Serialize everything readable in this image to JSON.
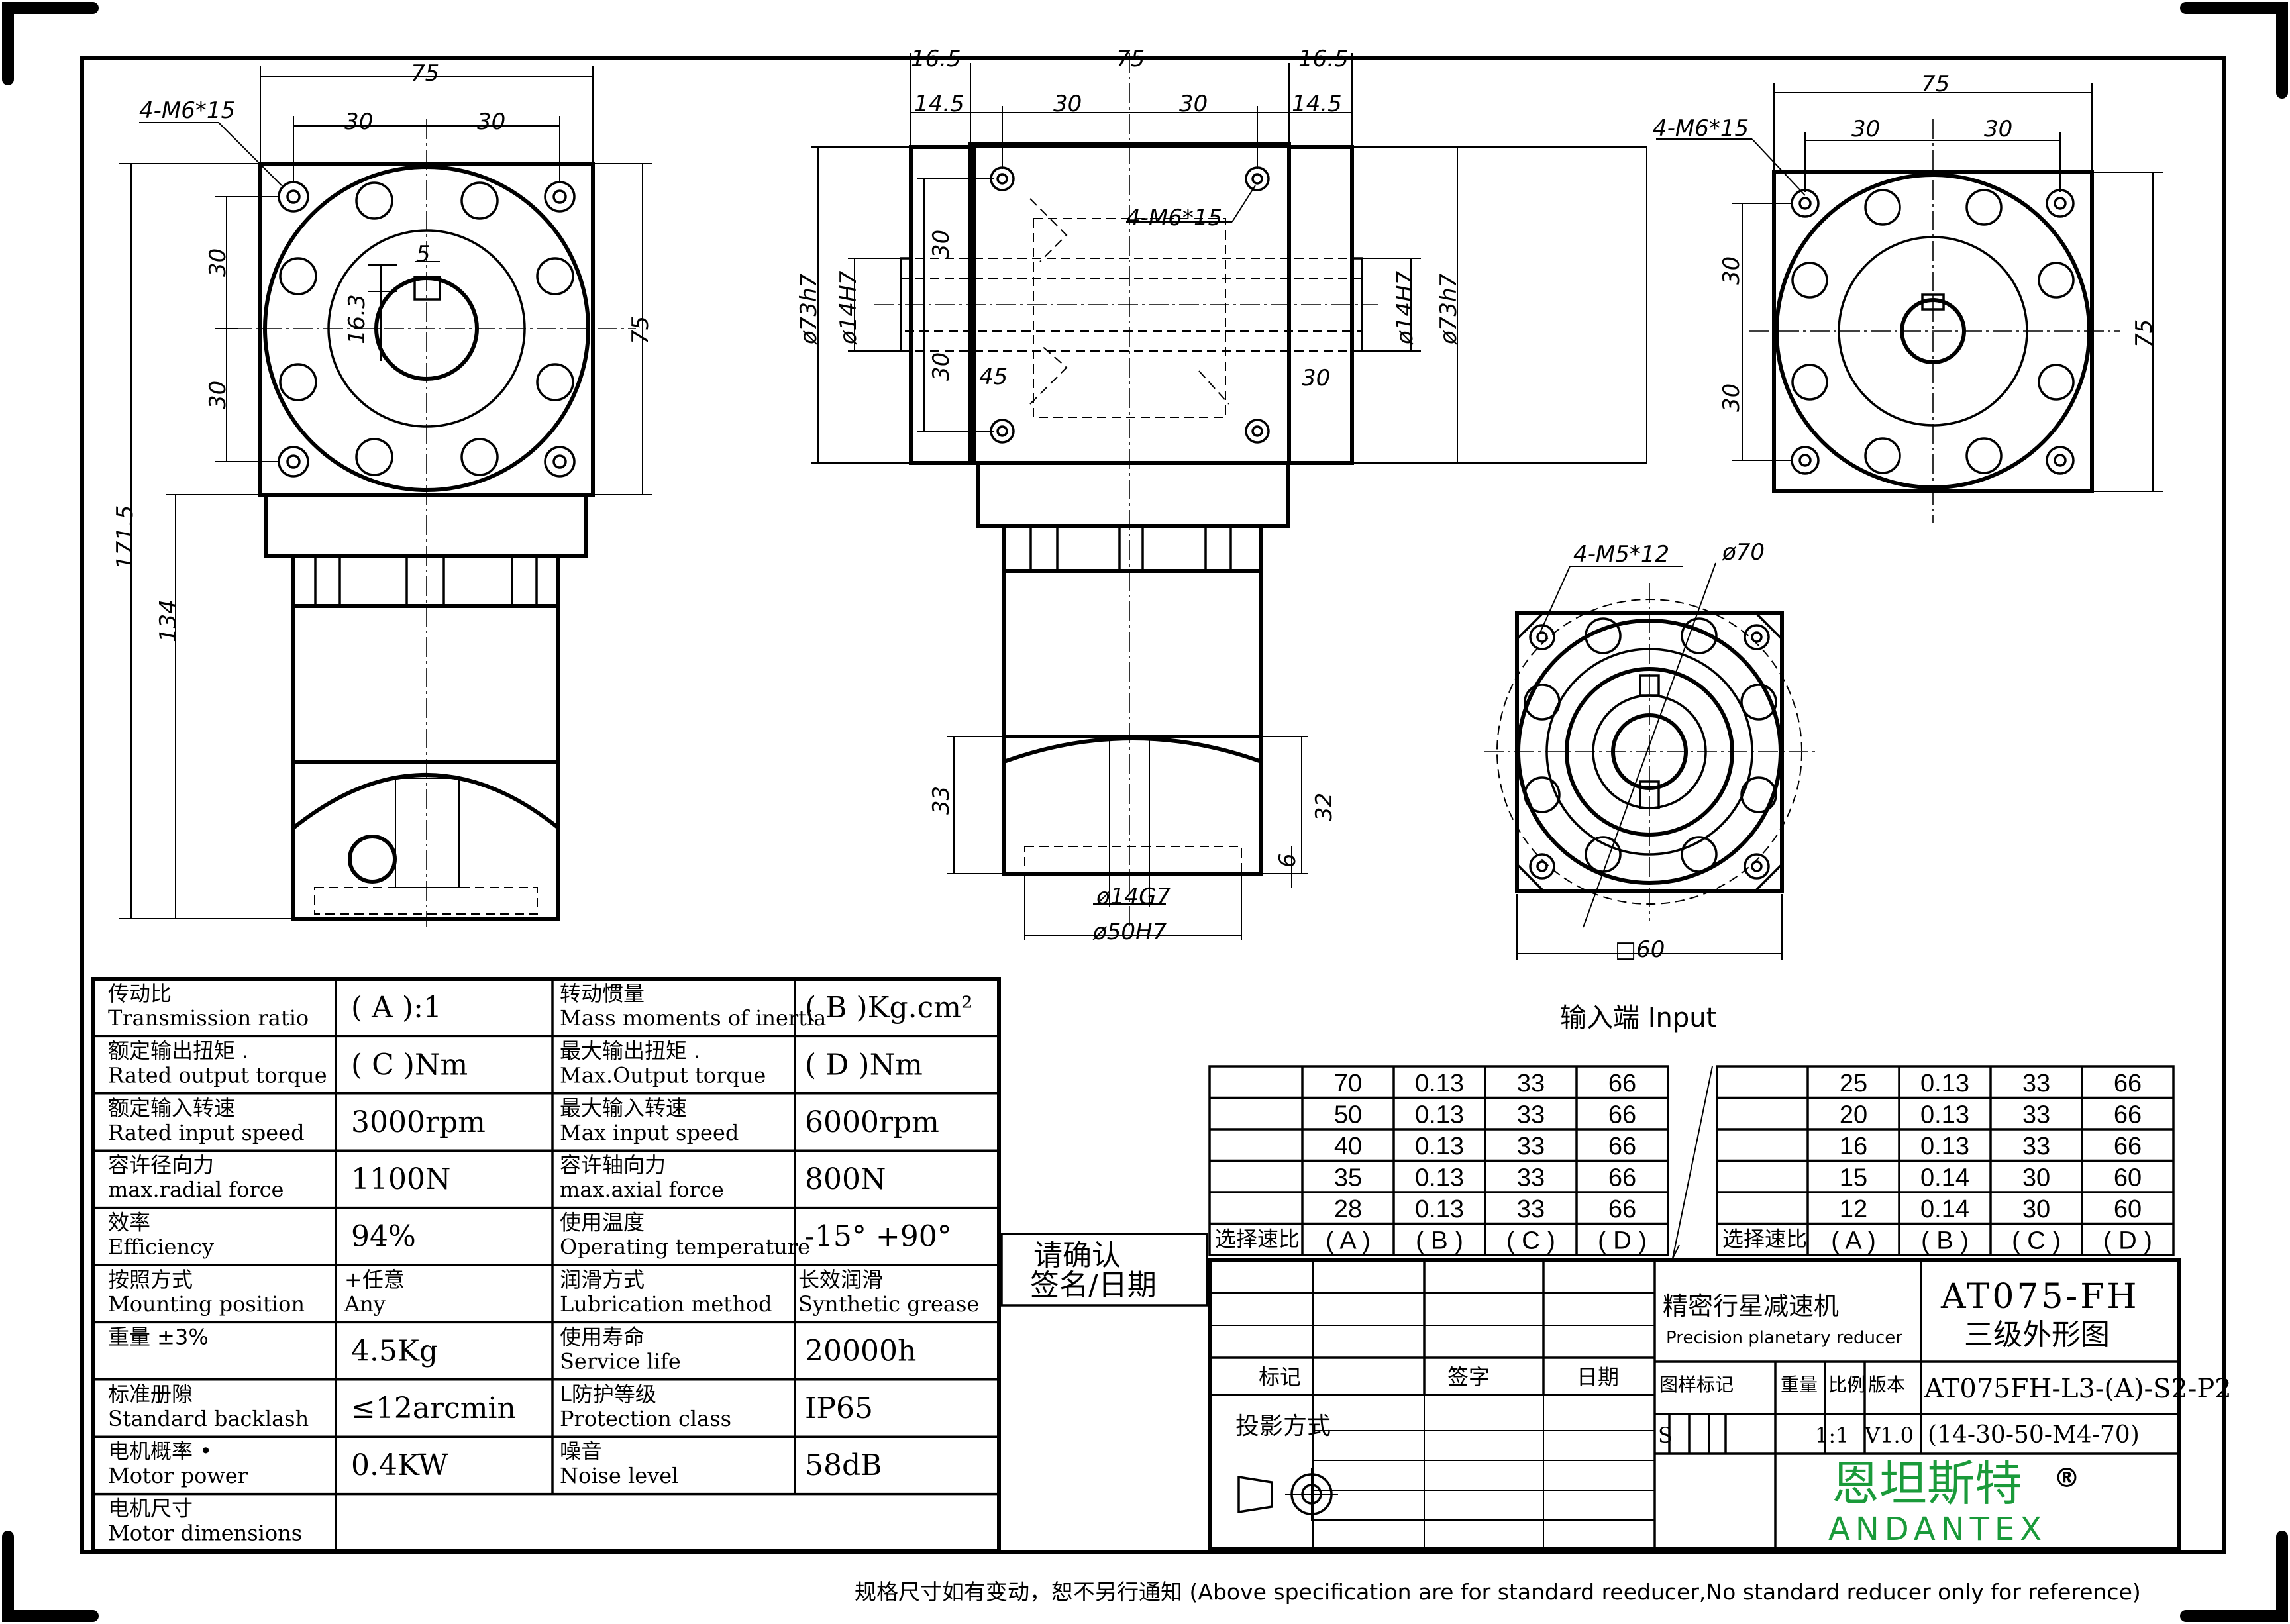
{
  "views": {
    "left": {
      "hole_note": "4-M6*15",
      "width_top": "75",
      "half1": "30",
      "half2": "30",
      "vert1": "30",
      "vert2": "30",
      "side": "75",
      "key_w": "5",
      "key_h": "16.3",
      "total_len": "171.5",
      "body_len": "134"
    },
    "center": {
      "d_top_l": "16.5",
      "d_top_c": "75",
      "d_top_r": "16.5",
      "d_l": "14.5",
      "d_c1": "30",
      "d_c2": "30",
      "d_r": "14.5",
      "hole_note": "4-M6*15",
      "dia_l_outer": "ø73h7",
      "dia_l_inner": "ø14H7",
      "dia_r_inner": "ø14H7",
      "dia_r_outer": "ø73h7",
      "v1": "30",
      "v2": "30",
      "ang": "45",
      "r30": "30",
      "len33": "33",
      "len32": "32",
      "len6": "6",
      "bore": "ø14G7",
      "pilot": "ø50H7"
    },
    "right": {
      "hole_note": "4-M6*15",
      "width_top": "75",
      "half1": "30",
      "half2": "30",
      "vert1": "30",
      "vert2": "30",
      "side": "75"
    },
    "input": {
      "hole_note": "4-M5*12",
      "pcd": "ø70",
      "square": "□60",
      "caption": "输入端  Input"
    }
  },
  "spec_table": {
    "rows": [
      {
        "cn1": "传动比",
        "en1": "Transmission ratio",
        "v1": "( A ):1",
        "cn2": "转动惯量",
        "en2": "Mass moments of inertia",
        "v2": "( B )Kg.cm²"
      },
      {
        "cn1": "额定输出扭矩  .",
        "en1": "Rated output torque",
        "v1": "( C )Nm",
        "cn2": "最大输出扭矩  .",
        "en2": "Max.Output torque",
        "v2": "( D )Nm"
      },
      {
        "cn1": "额定输入转速",
        "en1": "Rated input speed",
        "v1": "3000rpm",
        "cn2": "最大输入转速",
        "en2": "Max input speed",
        "v2": "6000rpm"
      },
      {
        "cn1": "容许径向力",
        "en1": "max.radial force",
        "v1": "1100N",
        "cn2": "容许轴向力",
        "en2": "max.axial  force",
        "v2": " 800N"
      },
      {
        "cn1": "效率",
        "en1": "Efficiency",
        "v1": "94%",
        "cn2": "使用温度",
        "en2": "Operating temperature",
        "v2": "-15° +90°"
      },
      {
        "cn1": "按照方式",
        "en1": "Mounting position",
        "v1": "+任意\nAny",
        "cn2": "润滑方式",
        "en2": "Lubrication method",
        "v2": "长效润滑\nSynthetic grease"
      },
      {
        "cn1": "重量 ±3%",
        "en1": "",
        "v1": "4.5Kg",
        "cn2": "使用寿命",
        "en2": "Service life",
        "v2": "20000h"
      },
      {
        "cn1": "标准册隙",
        "en1": "Standard backlash",
        "v1": "≤12arcmin",
        "cn2": "L防护等级",
        "en2": "Protection class",
        "v2": "IP65"
      },
      {
        "cn1": "电机概率 •",
        "en1": "Motor power",
        "v1": "0.4KW",
        "cn2": "噪音",
        "en2": "Noise level",
        "v2": "58dB"
      },
      {
        "cn1": "电机尺寸",
        "en1": "Motor dimensions",
        "v1": "",
        "cn2": "",
        "en2": "",
        "v2": ""
      }
    ]
  },
  "ratio_left": {
    "rows": [
      [
        "70",
        "0.13",
        "33",
        "66"
      ],
      [
        "50",
        "0.13",
        "33",
        "66"
      ],
      [
        "40",
        "0.13",
        "33",
        "66"
      ],
      [
        "35",
        "0.13",
        "33",
        "66"
      ],
      [
        "28",
        "0.13",
        "33",
        "66"
      ]
    ],
    "footer_label": "选择速比",
    "footer": [
      "( A )",
      "( B )",
      "( C )",
      "( D )"
    ]
  },
  "ratio_right": {
    "rows": [
      [
        "25",
        "0.13",
        "33",
        "66"
      ],
      [
        "20",
        "0.13",
        "33",
        "66"
      ],
      [
        "16",
        "0.13",
        "33",
        "66"
      ],
      [
        "15",
        "0.14",
        "30",
        "60"
      ],
      [
        "12",
        "0.14",
        "30",
        "60"
      ]
    ],
    "footer_label": "选择速比",
    "footer": [
      "( A )",
      "( B )",
      "( C )",
      "( D )"
    ]
  },
  "confirm": {
    "line1": "请确认",
    "line2": "签名/日期"
  },
  "title_block": {
    "product_cn": "精密行星减速机",
    "product_en": "Precision planetary reducer",
    "model": "AT075-FH",
    "drawing_name": "三级外形图",
    "mark": "标记",
    "sign": "签字",
    "date": "日期",
    "projection": "投影方式",
    "sample_mark": "图样标记",
    "weight": "重量",
    "scale": "比例",
    "version": "版本",
    "part_no": "AT075FH-L3-(A)-S2-P2",
    "part_sub": "(14-30-50-M4-70)",
    "s": "S",
    "scale_val": "1:1",
    "version_val": "V1.0",
    "brand_cn": "恩坦斯特",
    "brand_en": "ANDANTEX",
    "reg": "®"
  },
  "footer_note": "规格尺寸如有变动，恕不另行通知  (Above specification are for standard reeducer,No standard reducer only for reference)",
  "colors": {
    "line": "#000000",
    "brand": "#1a9a3a"
  }
}
